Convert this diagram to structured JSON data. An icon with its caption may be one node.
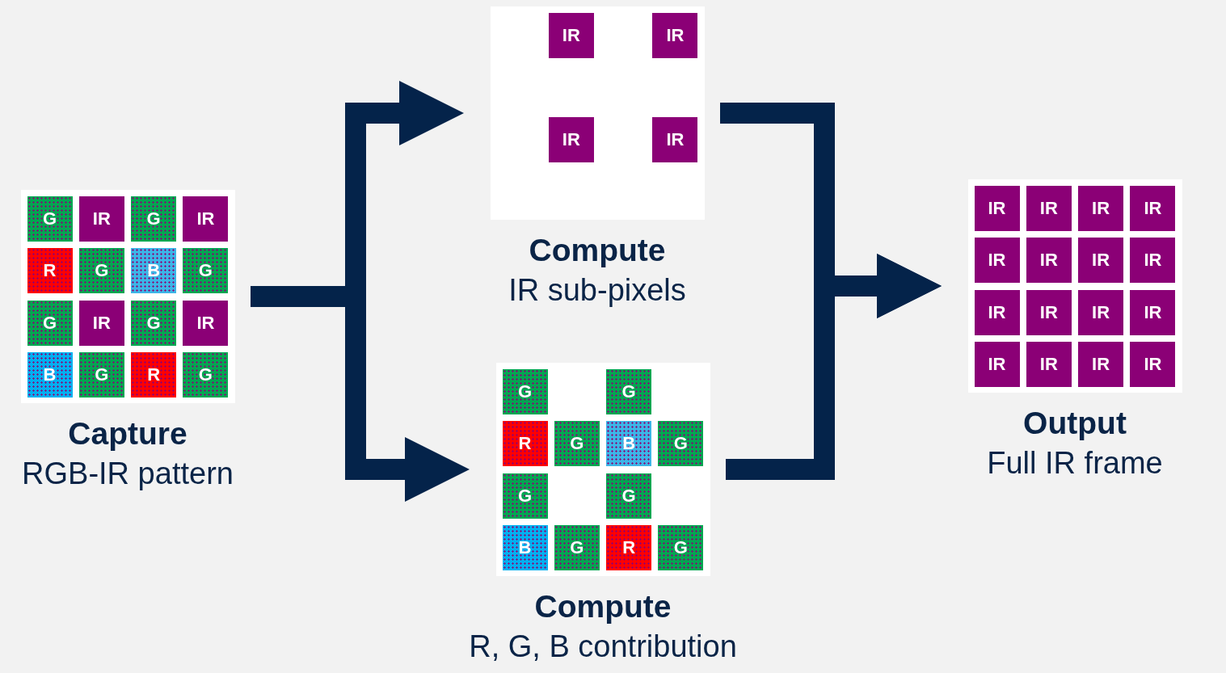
{
  "diagram": {
    "nodes": [
      {
        "text": [
          "Capture",
          "RGB-IR pattern"
        ]
      },
      {
        "text": [
          "G"
        ],
        "in": 0
      },
      {
        "text": [
          "IR"
        ],
        "in": 0
      },
      {
        "text": [
          "G"
        ],
        "in": 0
      },
      {
        "text": [
          "IR"
        ],
        "in": 0
      },
      {
        "text": [
          "R"
        ],
        "in": 0
      },
      {
        "text": [
          "G"
        ],
        "in": 0
      },
      {
        "text": [
          "B"
        ],
        "in": 0
      },
      {
        "text": [
          "G"
        ],
        "in": 0
      },
      {
        "text": [
          "G"
        ],
        "in": 0
      },
      {
        "text": [
          "IR"
        ],
        "in": 0
      },
      {
        "text": [
          "G"
        ],
        "in": 0
      },
      {
        "text": [
          "IR"
        ],
        "in": 0
      },
      {
        "text": [
          "B"
        ],
        "in": 0
      },
      {
        "text": [
          "G"
        ],
        "in": 0
      },
      {
        "text": [
          "R"
        ],
        "in": 0
      },
      {
        "text": [
          "G"
        ],
        "in": 0
      },
      {
        "text": [
          "Compute",
          "IR sub-pixels"
        ]
      },
      {
        "text": [
          "IR"
        ],
        "in": 17
      },
      {
        "text": [
          "IR"
        ],
        "in": 17
      },
      {
        "text": [
          "IR"
        ],
        "in": 17
      },
      {
        "text": [
          "IR"
        ],
        "in": 17
      },
      {
        "text": [
          "Compute",
          "R, G, B contribution"
        ]
      },
      {
        "text": [
          "G"
        ],
        "in": 22
      },
      {
        "text": [
          "G"
        ],
        "in": 22
      },
      {
        "text": [
          "R"
        ],
        "in": 22
      },
      {
        "text": [
          "G"
        ],
        "in": 22
      },
      {
        "text": [
          "B"
        ],
        "in": 22
      },
      {
        "text": [
          "G"
        ],
        "in": 22
      },
      {
        "text": [
          "G"
        ],
        "in": 22
      },
      {
        "text": [
          "G"
        ],
        "in": 22
      },
      {
        "text": [
          "B"
        ],
        "in": 22
      },
      {
        "text": [
          "G"
        ],
        "in": 22
      },
      {
        "text": [
          "R"
        ],
        "in": 22
      },
      {
        "text": [
          "G"
        ],
        "in": 22
      },
      {
        "text": [
          "Output",
          "Full IR frame"
        ]
      },
      {
        "text": [
          "IR"
        ],
        "in": 35
      },
      {
        "text": [
          "IR"
        ],
        "in": 35
      },
      {
        "text": [
          "IR"
        ],
        "in": 35
      },
      {
        "text": [
          "IR"
        ],
        "in": 35
      },
      {
        "text": [
          "IR"
        ],
        "in": 35
      },
      {
        "text": [
          "IR"
        ],
        "in": 35
      },
      {
        "text": [
          "IR"
        ],
        "in": 35
      },
      {
        "text": [
          "IR"
        ],
        "in": 35
      },
      {
        "text": [
          "IR"
        ],
        "in": 35
      },
      {
        "text": [
          "IR"
        ],
        "in": 35
      },
      {
        "text": [
          "IR"
        ],
        "in": 35
      },
      {
        "text": [
          "IR"
        ],
        "in": 35
      },
      {
        "text": [
          "IR"
        ],
        "in": 35
      },
      {
        "text": [
          "IR"
        ],
        "in": 35
      },
      {
        "text": [
          "IR"
        ],
        "in": 35
      },
      {
        "text": [
          "IR"
        ],
        "in": 35
      }
    ],
    "edges": [
      {
        "from": 0,
        "to": 17,
        "arrow": "to"
      },
      {
        "from": 0,
        "to": 22,
        "arrow": "to"
      },
      {
        "from": 17,
        "to": 35,
        "arrow": "to"
      },
      {
        "from": 22,
        "to": 35,
        "arrow": "to"
      }
    ]
  }
}
